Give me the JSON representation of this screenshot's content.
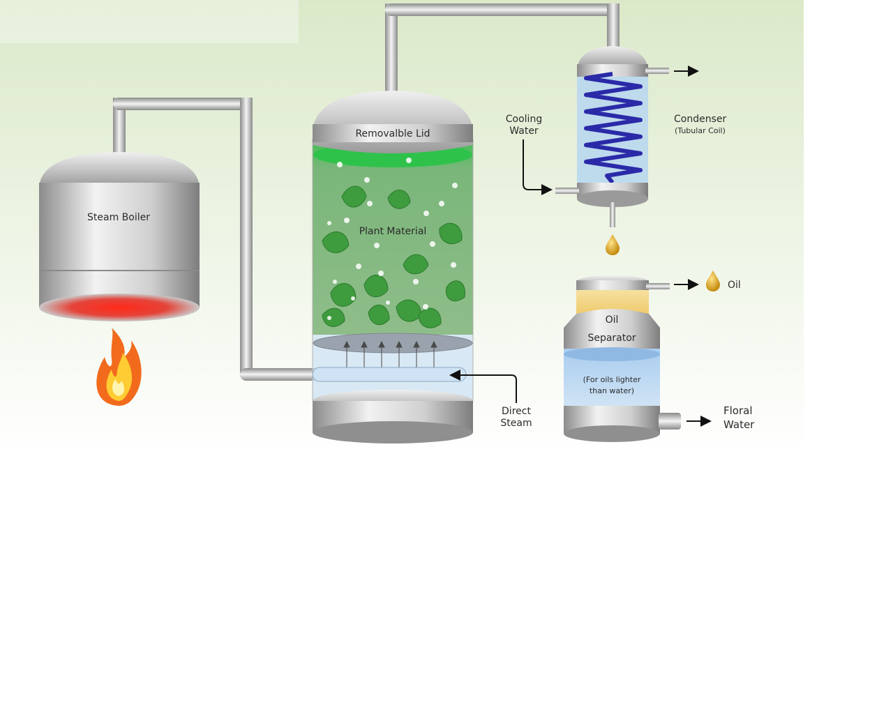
{
  "labels": {
    "steam_boiler": "Steam Boiler",
    "removable_lid": "Removalble Lid",
    "plant_material": "Plant Material",
    "direct_steam_line1": "Direct",
    "direct_steam_line2": "Steam",
    "cooling_water_line1": "Cooling",
    "cooling_water_line2": "Water",
    "condenser": "Condenser",
    "condenser_sub": "(Tubular Coil)",
    "oil_out": "Oil",
    "oil_line": "Oil",
    "separator": "Separator",
    "separator_note_line1": "(For oils lighter",
    "separator_note_line2": "than water)",
    "floral_water_line1": "Floral",
    "floral_water_line2": "Water"
  },
  "colors": {
    "background_gradient_top": "#dbe9c9",
    "background_gradient_bottom": "#ffffff",
    "steel_light": "#e6e6e6",
    "steel_dark": "#8a8a8a",
    "plant_green": "#6aa86a",
    "leaf_green": "#3e9b3e",
    "water_blue": "#b9d7ee",
    "coil_blue": "#2a2aa8",
    "oil_yellow": "#f2d68a",
    "flame_orange": "#f26b1d",
    "boiler_glow": "#e82b2b"
  }
}
